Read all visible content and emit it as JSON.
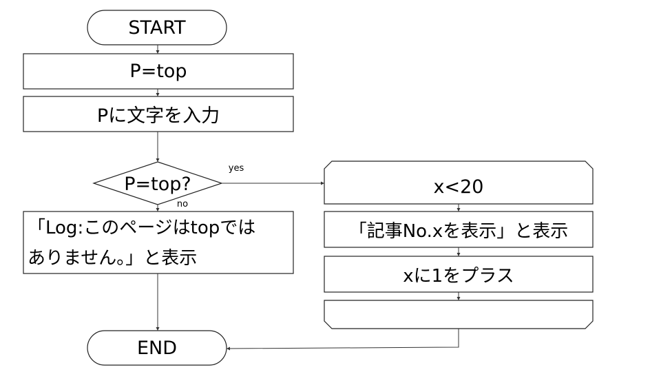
{
  "flowchart": {
    "start": "START",
    "assign": "P=top",
    "input": "Pに文字を入力",
    "decision": "P=top?",
    "yes_label": "yes",
    "no_label": "no",
    "no_branch_line1": "「Log:このページはtopでは",
    "no_branch_line2": "ありません。」と表示",
    "loop_condition": "x<20",
    "loop_display": "「記事No.xを表示」と表示",
    "loop_increment": "xに1をプラス",
    "loop_end": "",
    "end": "END"
  }
}
